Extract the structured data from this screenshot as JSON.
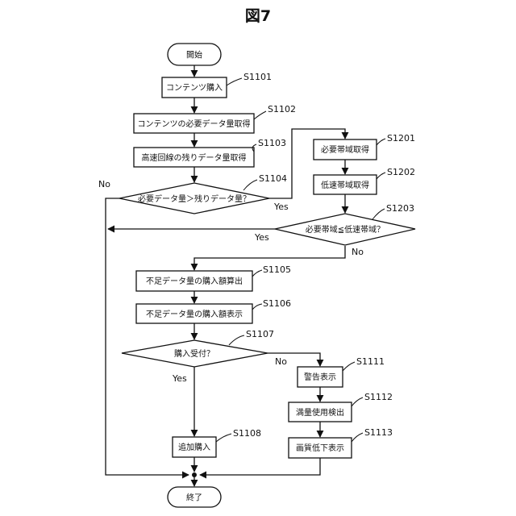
{
  "figure_title": "図7",
  "nodes": {
    "start": {
      "label": "開始"
    },
    "s1101": {
      "label": "コンテンツ購入",
      "step": "S1101"
    },
    "s1102": {
      "label": "コンテンツの必要データ量取得",
      "step": "S1102"
    },
    "s1103": {
      "label": "高速回線の残りデータ量取得",
      "step": "S1103"
    },
    "s1104": {
      "label": "必要データ量＞残りデータ量？",
      "step": "S1104"
    },
    "s1201": {
      "label": "必要帯域取得",
      "step": "S1201"
    },
    "s1202": {
      "label": "低速帯域取得",
      "step": "S1202"
    },
    "s1203": {
      "label": "必要帯域≦低速帯域？",
      "step": "S1203"
    },
    "s1105": {
      "label": "不足データ量の購入額算出",
      "step": "S1105"
    },
    "s1106": {
      "label": "不足データ量の購入額表示",
      "step": "S1106"
    },
    "s1107": {
      "label": "購入受付？",
      "step": "S1107"
    },
    "s1108": {
      "label": "追加購入",
      "step": "S1108"
    },
    "s1111": {
      "label": "警告表示",
      "step": "S1111"
    },
    "s1112": {
      "label": "満量使用検出",
      "step": "S1112"
    },
    "s1113": {
      "label": "画質低下表示",
      "step": "S1113"
    },
    "end": {
      "label": "終了"
    }
  },
  "branches": {
    "s1104_no": "No",
    "s1104_yes": "Yes",
    "s1203_yes": "Yes",
    "s1203_no": "No",
    "s1107_no": "No",
    "s1107_yes": "Yes"
  }
}
